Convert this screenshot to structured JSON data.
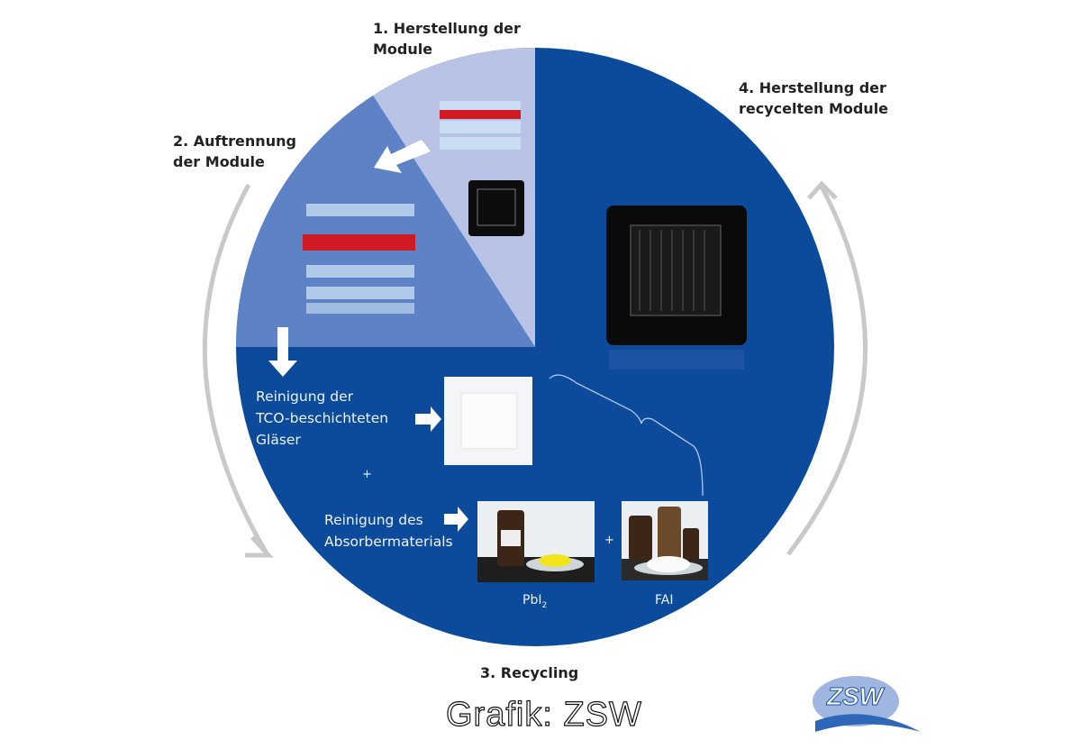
{
  "steps": {
    "step1": [
      "1. Herstellung der",
      "Module"
    ],
    "step2": [
      "2. Auftrennung",
      "der Module"
    ],
    "step3": "3. Recycling",
    "step4": [
      "4. Herstellung der",
      "recycelten Module"
    ]
  },
  "recycling": {
    "glass": [
      "Reinigung der",
      "TCO-beschichteten",
      "Gläser"
    ],
    "plus1": "+",
    "absorber": [
      "Reinigung des",
      "Absorbermaterials"
    ],
    "plus2": "+",
    "pbi2_base": "PbI",
    "pbi2_sub": "2",
    "fai": "FAI"
  },
  "credit": "Grafik: ZSW",
  "logo_text": "ZSW",
  "colors": {
    "dark_blue": "#0c4a9c",
    "mid_blue": "#5e82c6",
    "light": "#b9c3e6",
    "red": "#d01a24",
    "arrow_gray": "#c8c8c8"
  }
}
